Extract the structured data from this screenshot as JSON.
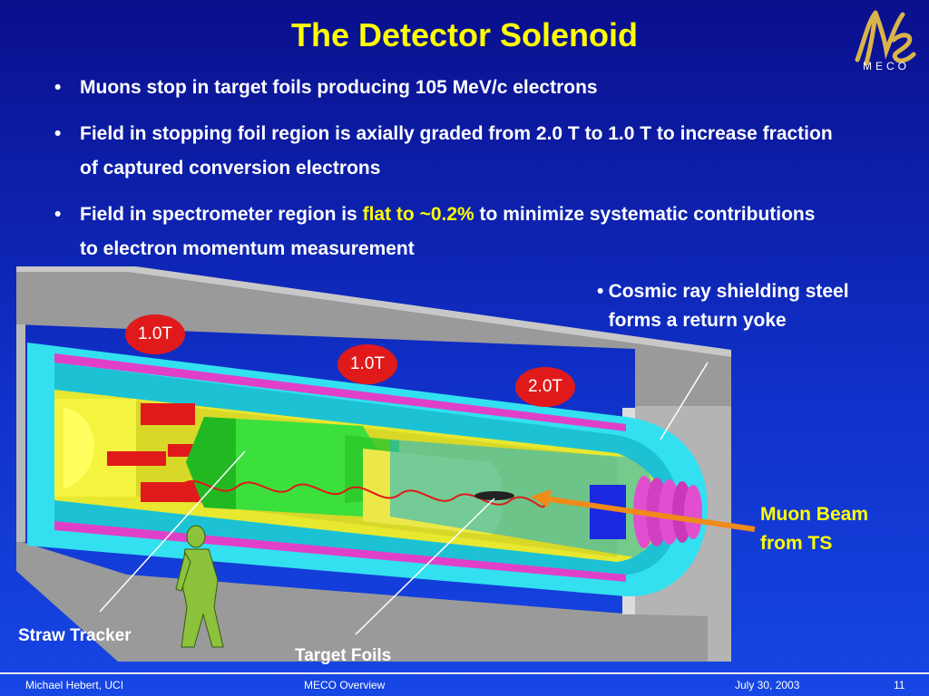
{
  "slide": {
    "title": "The Detector Solenoid",
    "logo_text": "MECO",
    "bullets": [
      {
        "parts": [
          "Muons stop in target foils producing 105 MeV/c electrons"
        ]
      },
      {
        "parts": [
          "Field in stopping foil region is axially graded from 2.0 T to 1.0 T to increase fraction of captured conversion electrons"
        ]
      },
      {
        "pre": "Field in spectrometer region is ",
        "highlight": "flat to ~0.2%",
        "post": " to minimize systematic contributions to electron momentum measurement"
      }
    ],
    "field_labels": [
      "1.0T",
      "1.0T",
      "2.0T"
    ],
    "cosmic_callout": "Cosmic ray shielding steel forms a return yoke",
    "muon_beam_label": "Muon Beam from TS",
    "straw_tracker_label": "Straw Tracker",
    "target_foils_label": "Target Foils"
  },
  "footer": {
    "author": "Michael Hebert, UCI",
    "talk": "MECO Overview",
    "date": "July 30, 2003",
    "page": "11"
  }
}
